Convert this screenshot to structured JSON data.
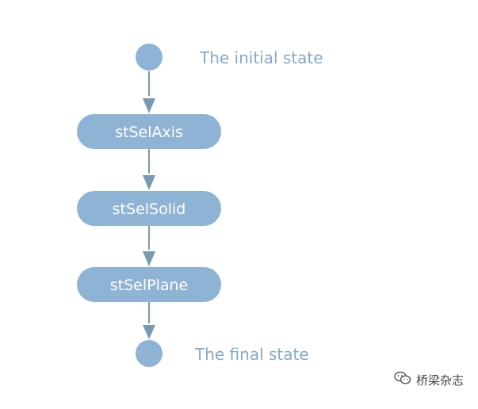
{
  "diagram": {
    "initial_label": "The initial state",
    "final_label": "The final state",
    "states": [
      {
        "label": "stSelAxis"
      },
      {
        "label": "stSelSolid"
      },
      {
        "label": "stSelPlane"
      }
    ]
  },
  "colors": {
    "node_fill": "#8fb3d4",
    "circle_fill": "#8fb3d4",
    "arrow": "#7a9aaf",
    "state_label_text": "#86a9c9"
  },
  "watermark": {
    "text": "桥梁杂志",
    "icon": "wechat-icon"
  }
}
